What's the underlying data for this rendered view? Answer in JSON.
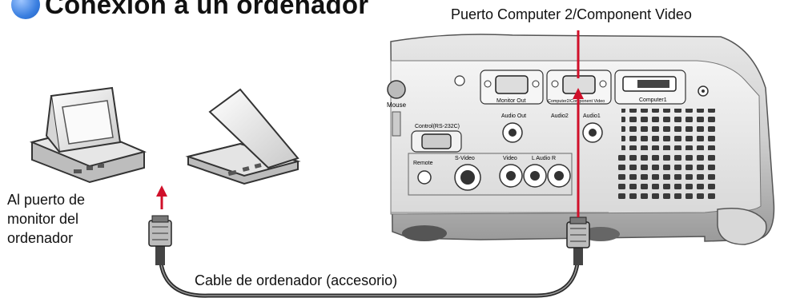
{
  "title": {
    "text": "Conexión a un ordenador",
    "bullet_color": "#3a7fe0"
  },
  "labels": {
    "port": "Puerto Computer 2/Component Video",
    "monitor_port": "Al puerto de monitor del ordenador",
    "cable": "Cable de ordenador (accesorio)"
  },
  "projector_panel": {
    "mouse": "Mouse",
    "monitor_out": "Monitor Out",
    "computer2": "Computer2/Component Video",
    "computer1": "Computer1",
    "control": "Control(RS-232C)",
    "audio_out": "Audio Out",
    "audio2": "Audio2",
    "audio1": "Audio1",
    "remote": "Remote",
    "s_video": "S-Video",
    "video": "Video",
    "audio_lr": "L Audio R"
  },
  "arrow_color": "#d0102a",
  "icons": [
    "desktop-computer-icon",
    "laptop-icon",
    "vga-connector-icon",
    "projector-icon"
  ]
}
